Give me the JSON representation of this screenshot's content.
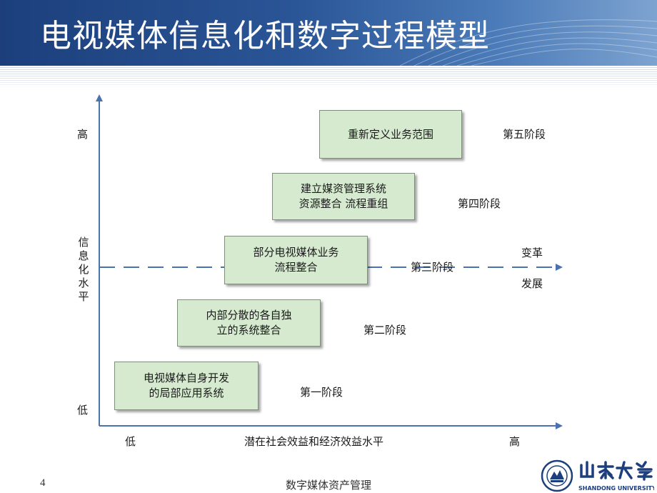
{
  "slide": {
    "title": "电视媒体信息化和数字过程模型",
    "page_number": "4",
    "footer": "数字媒体资产管理"
  },
  "axis": {
    "y_high": "高",
    "y_low": "低",
    "y_title": "信息化水平",
    "x_low": "低",
    "x_title": "潜在社会效益和经济效益水平",
    "x_high": "高"
  },
  "threshold": {
    "above_label": "变革",
    "below_label": "发展"
  },
  "stages": [
    {
      "box_line1": "电视媒体自身开发",
      "box_line2": "的局部应用系统",
      "stage": "第一阶段"
    },
    {
      "box_line1": "内部分散的各自独",
      "box_line2": "立的系统整合",
      "stage": "第二阶段"
    },
    {
      "box_line1": "部分电视媒体业务",
      "box_line2": "流程整合",
      "stage": "第三阶段"
    },
    {
      "box_line1": "建立媒资管理系统",
      "box_line2": "资源整合  流程重组",
      "stage": "第四阶段"
    },
    {
      "box_line1": "重新定义业务范围",
      "box_line2": "",
      "stage": "第五阶段"
    }
  ],
  "logo": {
    "name_text": "山东大学",
    "english": "SHANDONG UNIVERSITY"
  },
  "colors": {
    "header": "#1c3f7c",
    "box_fill": "#d6ead0",
    "axis": "#4a72b0",
    "logo": "#1d3f7e"
  }
}
